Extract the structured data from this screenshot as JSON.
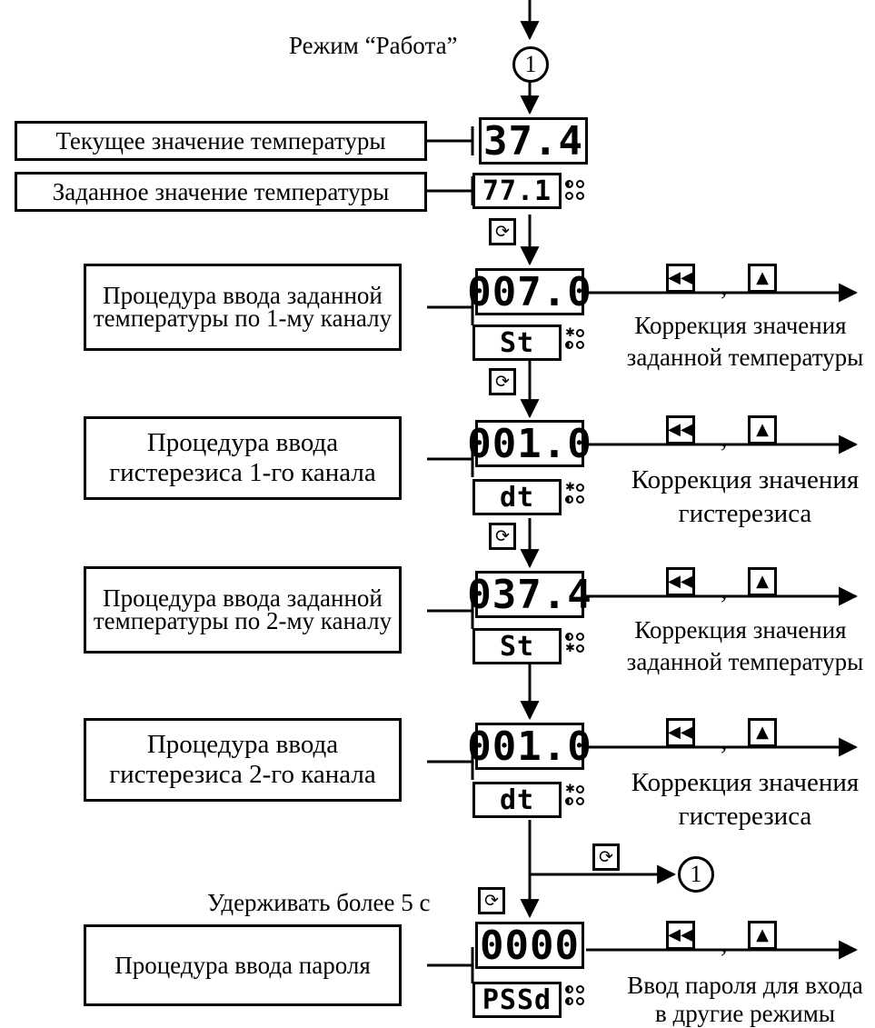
{
  "mode_title": "Режим “Работа”",
  "connector_label": "1",
  "rows": {
    "current_temp": {
      "label": "Текущее значение температуры",
      "display": "37.4"
    },
    "set_temp": {
      "label": "Заданное значение температуры",
      "display": "77.1"
    },
    "ch1_setpoint": {
      "label": "Процедура ввода заданной температуры по 1-му каналу",
      "display": "007.0",
      "code": "St",
      "correction": [
        "Коррекция значения",
        "заданной температуры"
      ]
    },
    "ch1_hysteresis": {
      "label": "Процедура ввода гистерезиса 1-го канала",
      "display": "001.0",
      "code": "dt",
      "correction": [
        "Коррекция значения",
        "гистерезиса"
      ]
    },
    "ch2_setpoint": {
      "label": "Процедура ввода заданной температуры по 2-му каналу",
      "display": "037.4",
      "code": "St",
      "correction": [
        "Коррекция значения",
        "заданной температуры"
      ]
    },
    "ch2_hysteresis": {
      "label": "Процедура ввода гистерезиса 2-го канала",
      "display": "001.0",
      "code": "dt",
      "correction": [
        "Коррекция значения",
        "гистерезиса"
      ]
    },
    "password": {
      "label": "Процедура ввода пароля",
      "display": "0000",
      "code": "PSSd",
      "correction": [
        "Ввод пароля для входа",
        "в другие режимы"
      ]
    }
  },
  "hold_label": "Удерживать более 5 с",
  "comma": ",",
  "icons": {
    "cycle": "⟳",
    "left": "◀◀",
    "up": "▲"
  },
  "colors": {
    "line": "#000000",
    "background": "#ffffff"
  }
}
